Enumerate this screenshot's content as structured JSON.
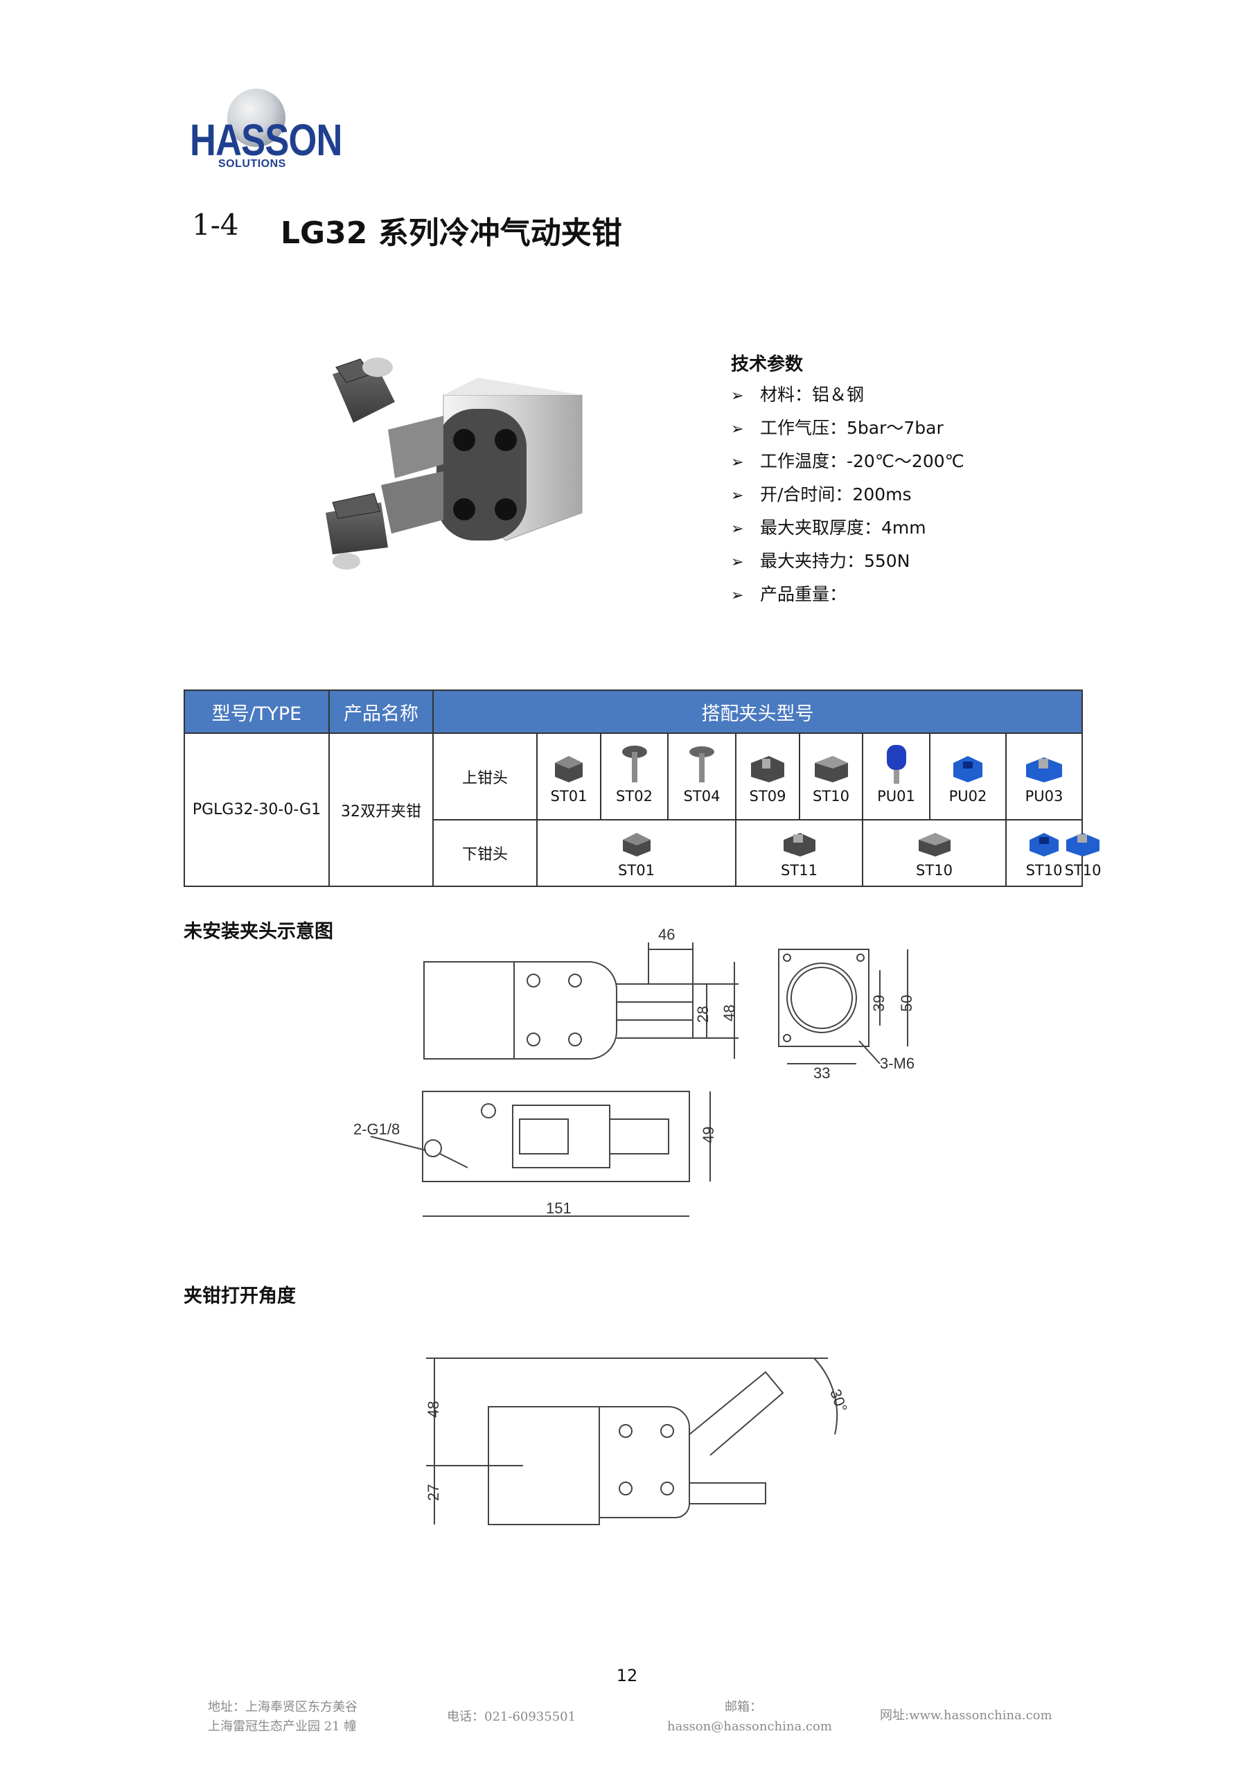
{
  "logo": {
    "word": "HASSON",
    "sub": "SOLUTIONS"
  },
  "section": {
    "number": "1-4",
    "title": "LG32 系列冷冲气动夹钳"
  },
  "specs": {
    "heading": "技术参数",
    "items": [
      "材料：铝＆钢",
      "工作气压：5bar～7bar",
      "工作温度：-20℃～200℃",
      "开/合时间：200ms",
      "最大夹取厚度：4mm",
      "最大夹持力：550N",
      "产品重量："
    ]
  },
  "table": {
    "headers": [
      "型号/TYPE",
      "产品名称",
      "搭配夹头型号"
    ],
    "model": "PGLG32-30-0-G1",
    "name": "32双开夹钳",
    "upper_label": "上钳头",
    "lower_label": "下钳头",
    "upper": [
      "ST01",
      "ST02",
      "ST04",
      "ST09",
      "ST10",
      "PU01",
      "PU02",
      "PU03"
    ],
    "lower": [
      "ST01",
      "ST11",
      "ST10",
      "ST10",
      "ST10"
    ]
  },
  "labels": {
    "uninstalled": "未安装夹头示意图",
    "opening": "夹钳打开角度"
  },
  "dims": {
    "d46": "46",
    "d28": "28",
    "d48": "48",
    "d39": "39",
    "d50": "50",
    "d33": "33",
    "m6": "3-M6",
    "g18": "2-G1/8",
    "d49": "49",
    "d151": "151",
    "a48": "48",
    "a27": "27",
    "a30": "30°"
  },
  "page_number": "12",
  "footer": {
    "address1": "地址：上海奉贤区东方美谷",
    "address2": "上海雷冠生态产业园 21 幢",
    "phone": "电话：021-60935501",
    "email_label": "邮箱：",
    "email": "hasson@hassonchina.com",
    "web": "网址:www.hassonchina.com"
  }
}
